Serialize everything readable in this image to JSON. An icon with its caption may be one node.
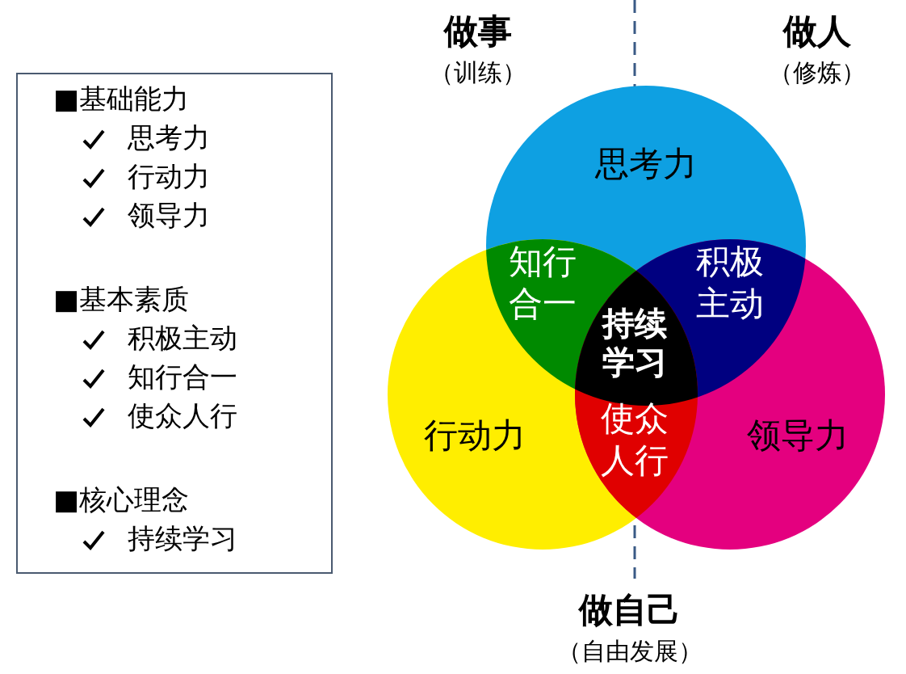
{
  "diagram": {
    "nodes": [
      {
        "text": [
          "■基础能力",
          "思考力",
          "行动力",
          "领导力",
          "■基本素质",
          "积极主动",
          "知行合一",
          "使众人行",
          "■核心理念",
          "持续学习"
        ]
      },
      {
        "text": [
          "思考力"
        ]
      },
      {
        "text": [
          "行动力"
        ]
      },
      {
        "text": [
          "领导力"
        ]
      }
    ],
    "edges": [],
    "labels": [
      "做事",
      "（训练）",
      "做人",
      "（修炼）",
      "知行合一",
      "积极主动",
      "持续学习",
      "使众人行",
      "做自己",
      "（自由发展）"
    ]
  }
}
